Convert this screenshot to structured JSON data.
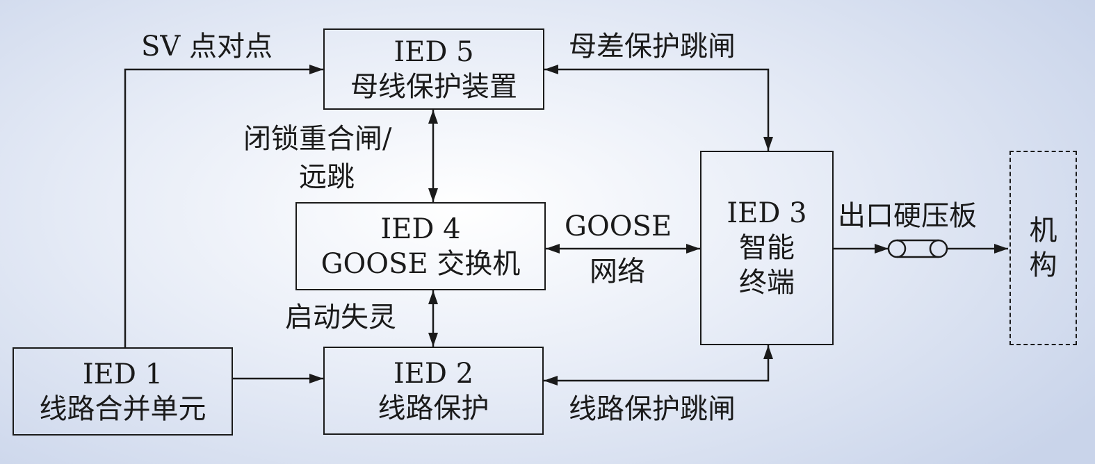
{
  "nodes": {
    "ied5": {
      "line1": "IED 5",
      "line2": "母线保护装置"
    },
    "ied4": {
      "line1": "IED 4",
      "line2": "GOOSE 交换机"
    },
    "ied1": {
      "line1": "IED 1",
      "line2": "线路合并单元"
    },
    "ied2": {
      "line1": "IED 2",
      "line2": "线路保护"
    },
    "ied3": {
      "line1": "IED 3",
      "line2": "智能",
      "line3": "终端"
    },
    "mechanism": {
      "line1": "机",
      "line2": "构"
    }
  },
  "edges": {
    "sv": "SV 点对点",
    "bus_trip": "母差保护跳闸",
    "block_reclose_1": "闭锁重合闸/",
    "block_reclose_2": "远跳",
    "goose_net_1": "GOOSE",
    "goose_net_2": "网络",
    "breaker_failure": "启动失灵",
    "line_trip": "线路保护跳闸",
    "outlet_plate": "出口硬压板"
  }
}
